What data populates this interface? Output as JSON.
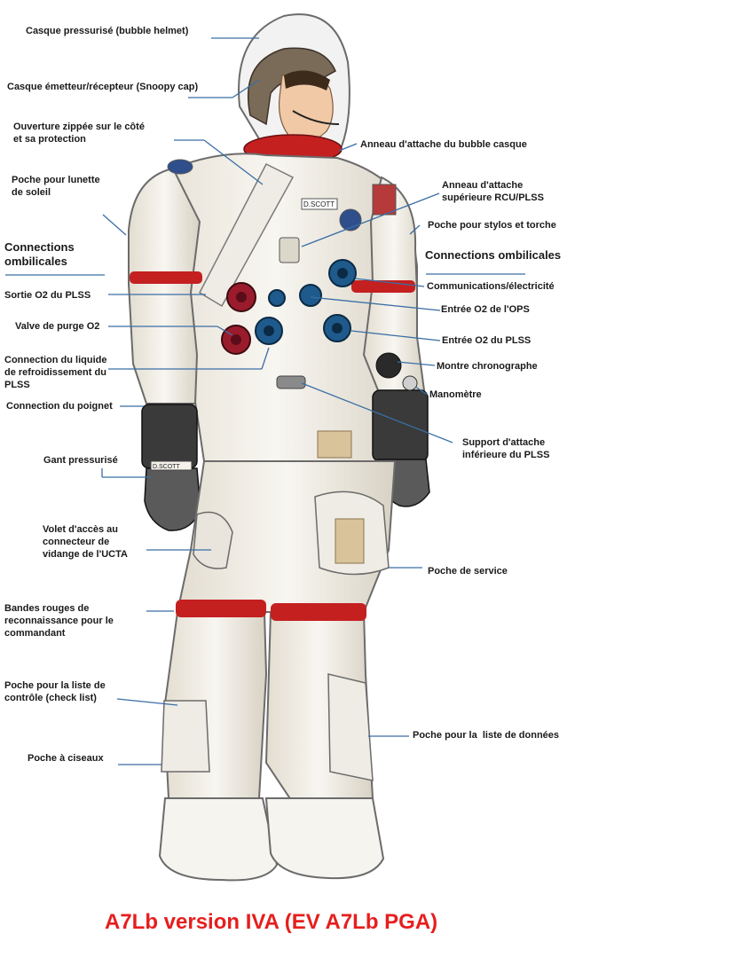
{
  "labels_left": {
    "bubble_helmet": "Casque pressurisé (bubble helmet)",
    "snoopy_cap": "Casque émetteur/récepteur (Snoopy cap)",
    "zip_opening": "Ouverture zippée sur le côté\net sa protection",
    "sunglass_pocket": "Poche pour lunette\nde soleil",
    "sortie_o2": "Sortie O2 du PLSS",
    "purge_valve": "Valve de purge O2",
    "cooling_connection": "Connection du liquide\nde refroidissement du\nPLSS",
    "wrist_connection": "Connection du poignet",
    "glove": "Gant pressurisé",
    "ucta_flap": "Volet d'accès au\nconnecteur de\nvidange de l'UCTA",
    "red_bands": "Bandes rouges de\nreconnaissance pour le\ncommandant",
    "checklist_pocket": "Poche pour la liste de\ncontrôle (check list)",
    "scissors_pocket": "Poche à ciseaux"
  },
  "labels_right": {
    "helmet_ring": "Anneau d'attache du bubble casque",
    "upper_ring": "Anneau d'attache\nsupérieure RCU/PLSS",
    "pen_pocket": "Poche pour stylos et torche",
    "communications": "Communications/électricité",
    "ops_inlet": "Entrée O2 de l'OPS",
    "plss_inlet": "Entrée O2 du PLSS",
    "chrono": "Montre chronographe",
    "manometer": "Manomètre",
    "lower_support": "Support d'attache\ninférieure du PLSS",
    "service_pocket": "Poche de service",
    "data_list_pocket": "Poche pour la  liste de données"
  },
  "section_headers": {
    "left": "Connections\nombilicales",
    "right": "Connections ombilicales"
  },
  "caption": "A7Lb version IVA (EV A7Lb PGA)",
  "suit_nametags": [
    "D.SCOTT",
    "D.SCOTT"
  ],
  "colors": {
    "caption": "#e61e1e",
    "red_band": "#c42020",
    "connector_red": "#9a1c2c",
    "connector_blue": "#1f5a8c",
    "suit_white": "#f4f1ea",
    "suit_shadow": "#c9c4b6",
    "leader_line": "#3a6ea5"
  }
}
